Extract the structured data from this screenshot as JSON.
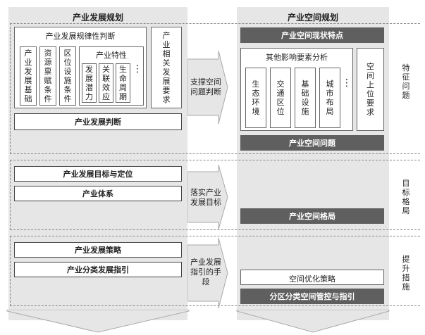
{
  "left_column": {
    "title": "产业发展规划",
    "law_judgment": {
      "title": "产业发展规律性判断",
      "items": [
        "产业发展基础",
        "资源禀赋条件",
        "区位设施条件"
      ],
      "feature": {
        "title": "产业特性",
        "items": [
          "发展潜力",
          "关联效应",
          "生命周期"
        ],
        "ellipsis": "⋮"
      }
    },
    "space_requirement": "产业相关发展要求",
    "judgment": "产业发展判断",
    "goal": "产业发展目标与定位",
    "system": "产业体系",
    "strategy": "产业发展策略",
    "guidance": "产业分类发展指引"
  },
  "arrows": {
    "support": "支撑空间问题判断",
    "implement": "落实产业发展目标",
    "means": "产业发展指引的手段"
  },
  "right_column": {
    "title": "产业空间规划",
    "status": "产业空间现状特点",
    "other": {
      "title": "其他影响要素分析",
      "items": [
        "生态环境",
        "交通区位",
        "基础设施",
        "城市布局"
      ],
      "ellipsis": "⋮"
    },
    "upper_requirement": "空间上位要求",
    "problem": "产业空间问题",
    "pattern": "产业空间格局",
    "optimize": "空间优化策略",
    "zoning": "分区分类空间管控与指引"
  },
  "side_labels": {
    "feature_problem": "特征问题",
    "goal_pattern": "目标格局",
    "measures": "提升措施"
  }
}
